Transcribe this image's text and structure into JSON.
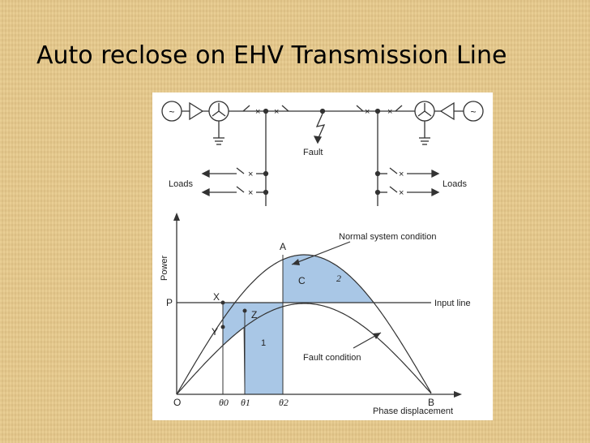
{
  "slide": {
    "title": "Auto reclose on EHV Transmission Line"
  },
  "network": {
    "fault_label": "Fault",
    "loads_left": "Loads",
    "loads_right": "Loads",
    "generator_glyph": "~"
  },
  "power_angle": {
    "y_axis_label": "Power",
    "x_axis_label": "Phase displacement",
    "origin_label": "O",
    "end_label": "B",
    "input_level_label": "P",
    "points": {
      "A": "A",
      "X": "X",
      "Y": "Y",
      "Z": "Z",
      "C": "C"
    },
    "angles": [
      "θ0",
      "θ1",
      "θ2"
    ],
    "area_labels": {
      "one": "1",
      "two": "2"
    },
    "curve_labels": {
      "normal": "Normal system condition",
      "fault": "Fault condition",
      "input": "Input line"
    },
    "colors": {
      "shade": "#a9c7e6",
      "line": "#333333"
    }
  }
}
